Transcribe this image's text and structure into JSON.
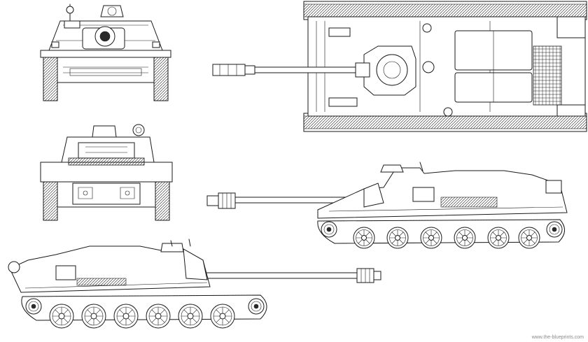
{
  "watermark": "www.the-blueprints.com",
  "views": {
    "front": "front-view",
    "rear": "rear-view",
    "top": "top-view",
    "side_right": "right-side-view",
    "side_left": "left-side-view"
  }
}
